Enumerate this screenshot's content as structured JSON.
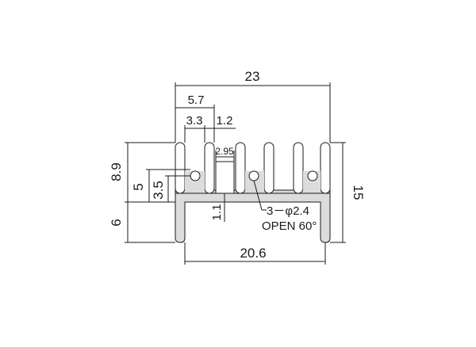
{
  "drawing": {
    "dimensions": {
      "overall_width": "23",
      "left_span": "5.7",
      "fin_pitch": "3.3",
      "fin_thickness": "1.2",
      "slot_width": "2.95",
      "base_width": "20.6",
      "overall_height": "15",
      "fin_height": "8.9",
      "hole_height": "5",
      "hole_center": "3.5",
      "base_height": "6",
      "base_thickness": "1.1"
    },
    "note": {
      "holes": "3－φ2.4",
      "open": "OPEN 60°"
    }
  }
}
